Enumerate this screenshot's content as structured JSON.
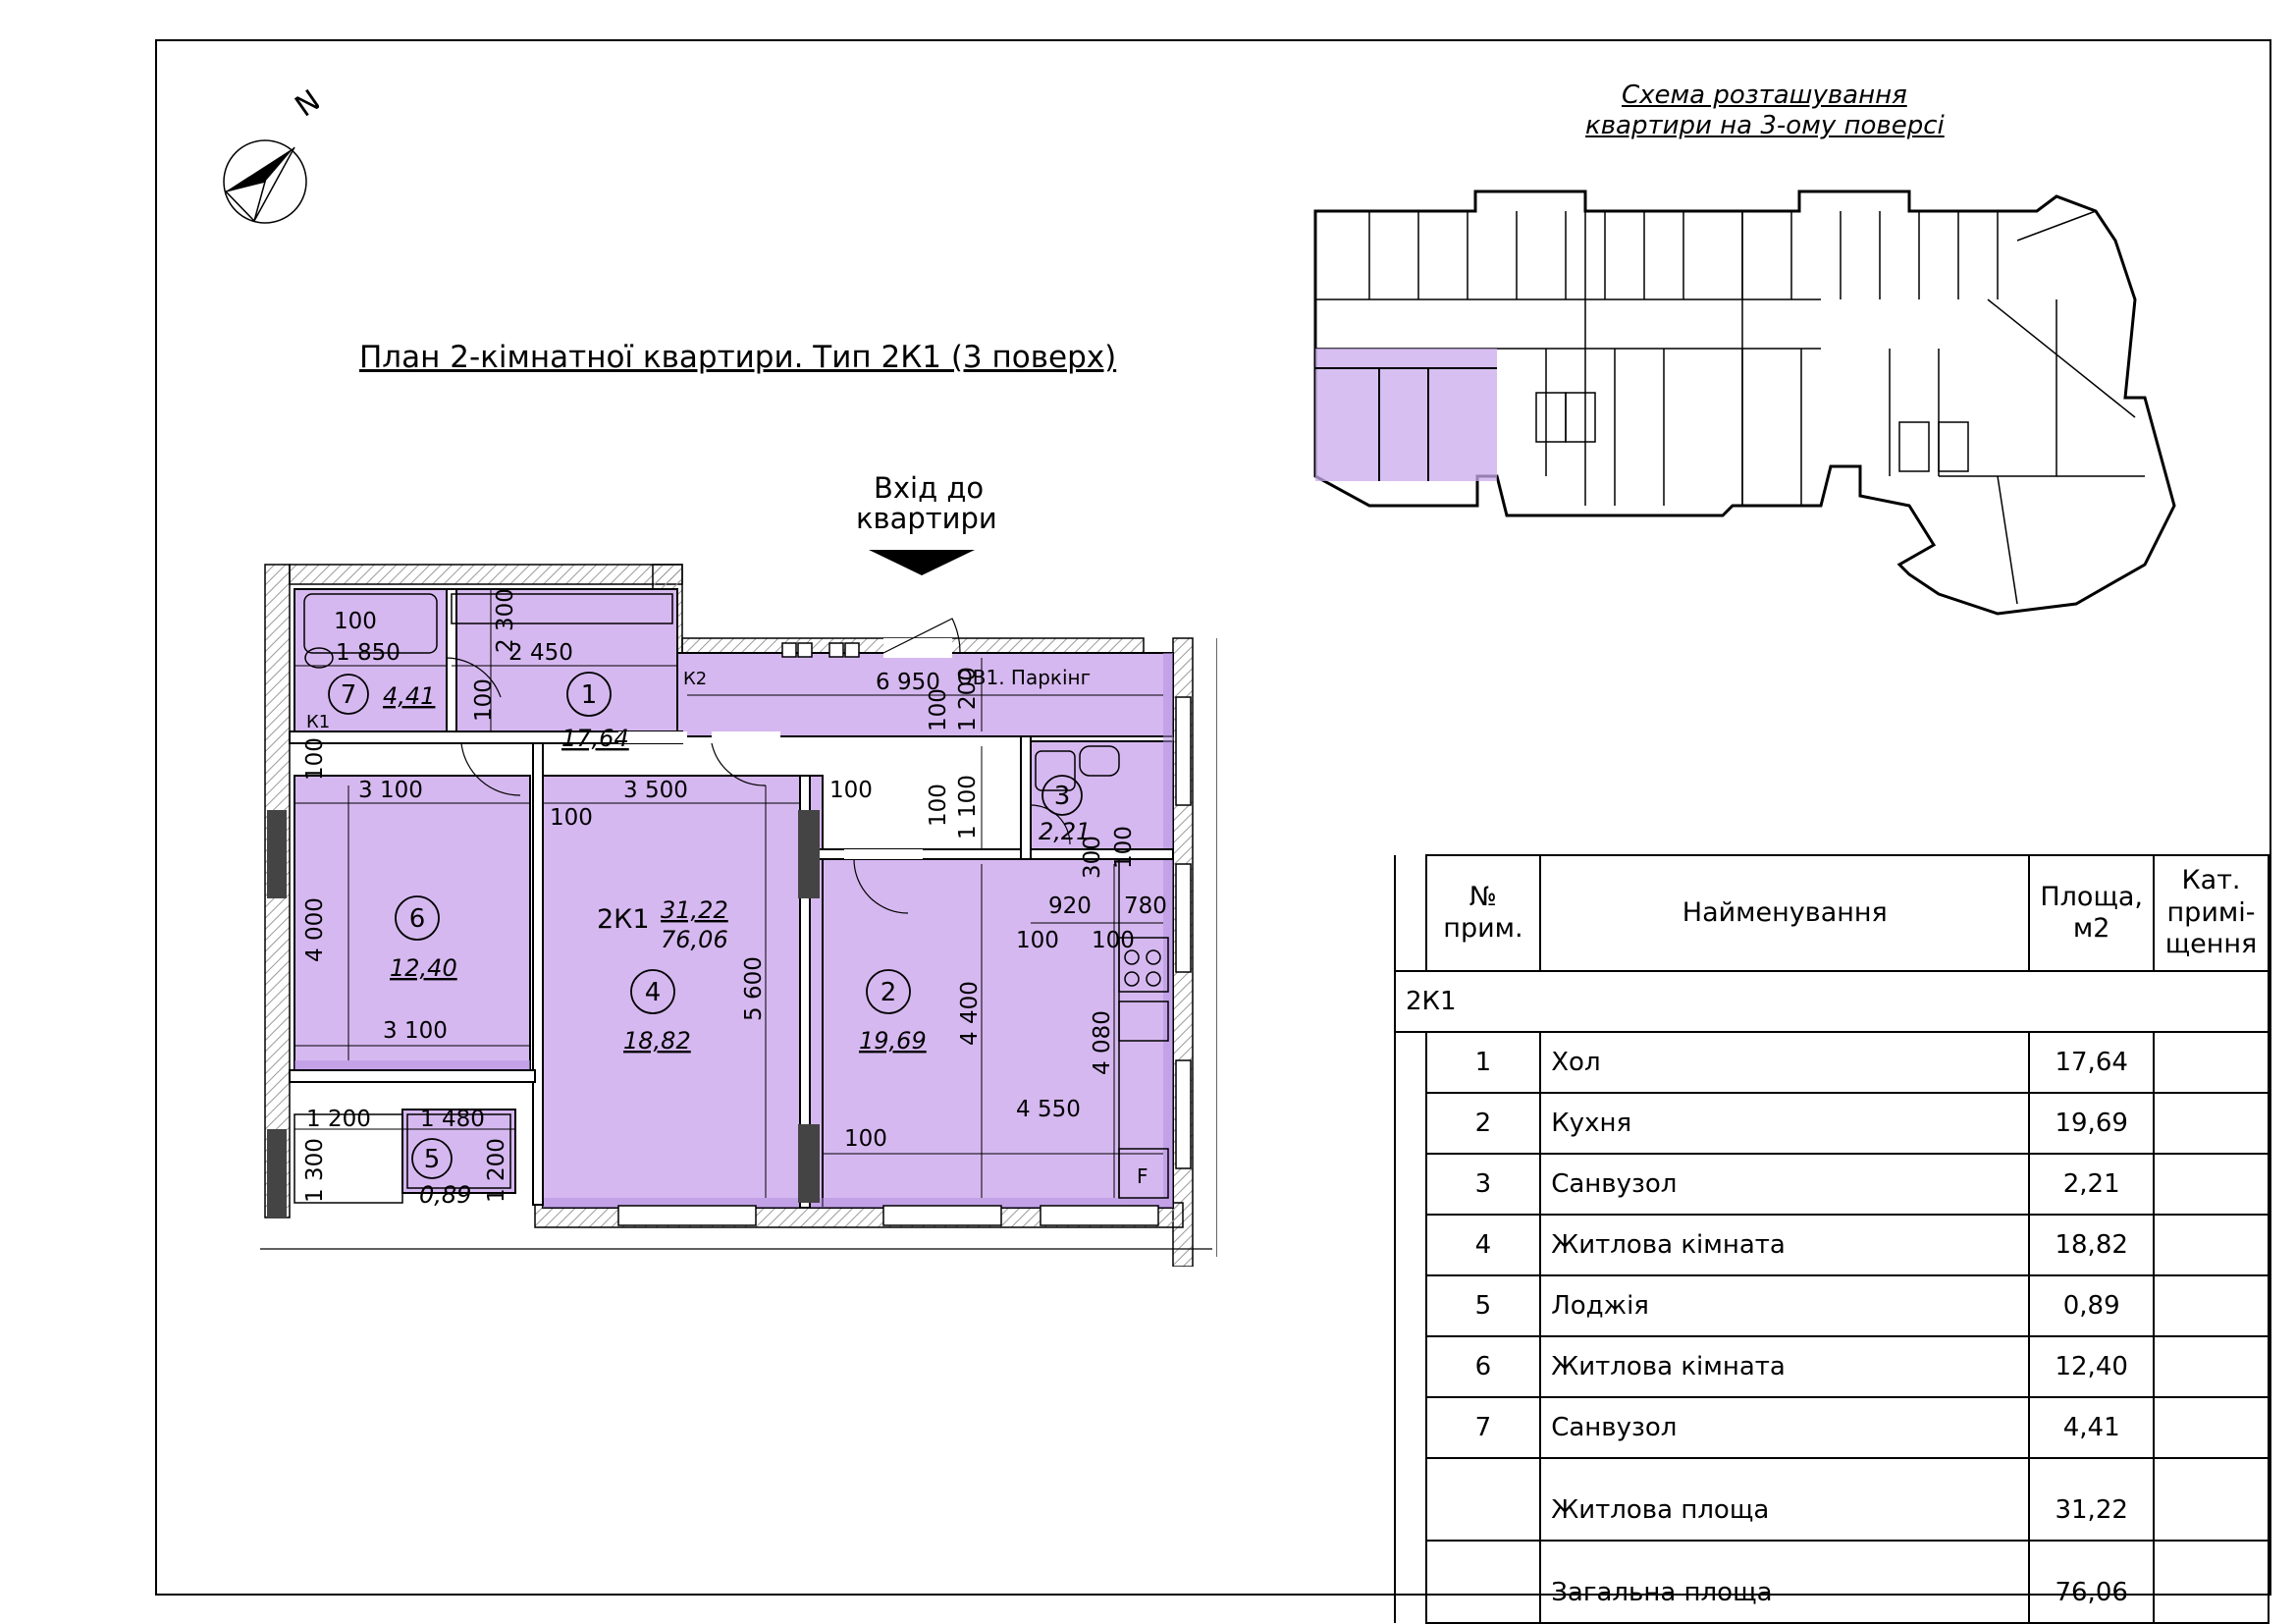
{
  "north_label": "N",
  "plan_title": "План 2-кімнатної квартири. Тип 2К1 (3 поверх)",
  "scheme_title_line1": "Схема розташування",
  "scheme_title_line2": "квартири на 3-ому поверсі",
  "entry_line1": "Вхід до",
  "entry_line2": "квартири",
  "colors": {
    "apartment_fill": "#d6b8f0",
    "apartment_dark": "#b48fe0",
    "wall_hatch": "#bdbdbd"
  },
  "plan": {
    "apartment_code": "2К1",
    "living_area": "31,22",
    "total_area": "76,06",
    "rooms": [
      {
        "num": "1",
        "area": "17,64"
      },
      {
        "num": "2",
        "area": "19,69"
      },
      {
        "num": "3",
        "area": "2,21"
      },
      {
        "num": "4",
        "area": "18,82"
      },
      {
        "num": "5",
        "area": "0,89"
      },
      {
        "num": "6",
        "area": "12,40"
      },
      {
        "num": "7",
        "area": "4,41"
      }
    ],
    "labels": {
      "k1": "К1",
      "k2": "К2",
      "ov1": "ОВ1. Паркінг",
      "fridge": "F"
    },
    "dims": {
      "d100a": "100",
      "d1850": "1 850",
      "d2300": "2 300",
      "d2450": "2 450",
      "d6950": "6 950",
      "d100b": "100",
      "d1200a": "1 200",
      "d100c": "100",
      "d1100": "1 100",
      "d100d": "100",
      "d3100a": "3 100",
      "d3500": "3 500",
      "d100e": "100",
      "d100f": "100",
      "d100g": "100",
      "d920": "920",
      "d780": "780",
      "d300": "300",
      "d100h": "100",
      "d100i": "100",
      "d100j": "100",
      "d4000": "4 000",
      "d5600": "5 600",
      "d4400": "4 400",
      "d4080": "4 080",
      "d3100b": "3 100",
      "d4550": "4 550",
      "d100k": "100",
      "d1200b": "1 200",
      "d1480": "1 480",
      "d1300": "1 300",
      "d1200c": "1 200"
    }
  },
  "table": {
    "headers": {
      "num": "№ прим.",
      "name": "Найменування",
      "area": "Площа, м2",
      "cat": "Кат. примі- щення"
    },
    "section": "2К1",
    "rows": [
      {
        "num": "1",
        "name": "Хол",
        "area": "17,64",
        "cat": ""
      },
      {
        "num": "2",
        "name": "Кухня",
        "area": "19,69",
        "cat": ""
      },
      {
        "num": "3",
        "name": "Санвузол",
        "area": "2,21",
        "cat": ""
      },
      {
        "num": "4",
        "name": "Житлова кімната",
        "area": "18,82",
        "cat": ""
      },
      {
        "num": "5",
        "name": "Лоджія",
        "area": "0,89",
        "cat": ""
      },
      {
        "num": "6",
        "name": "Житлова кімната",
        "area": "12,40",
        "cat": ""
      },
      {
        "num": "7",
        "name": "Санвузол",
        "area": "4,41",
        "cat": ""
      }
    ],
    "summary": [
      {
        "name": "Житлова площа",
        "area": "31,22"
      },
      {
        "name": "Загальна площа",
        "area": "76,06"
      }
    ]
  }
}
